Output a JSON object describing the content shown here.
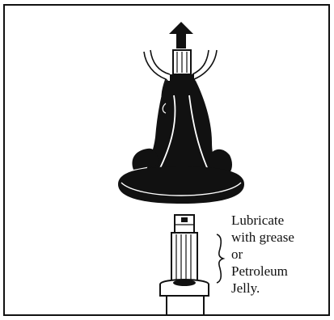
{
  "caption": {
    "lines": [
      "Lubricate",
      "with grease",
      "or",
      "Petroleum",
      "Jelly."
    ]
  },
  "colors": {
    "ink": "#111111",
    "paper": "#ffffff"
  },
  "icons": {
    "direction": "up-arrow-icon",
    "bracket": "curly-brace-icon"
  }
}
